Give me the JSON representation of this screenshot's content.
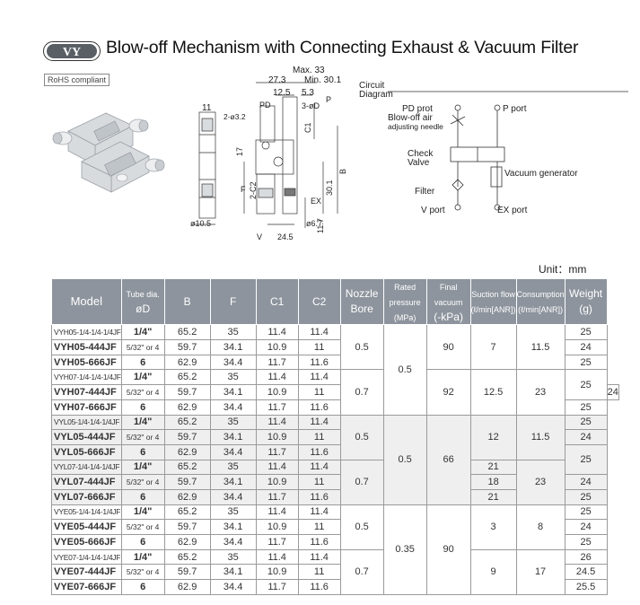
{
  "header": {
    "logo_text": "VY",
    "title": "Blow-off Mechanism with Connecting Exhaust & Vacuum Filter",
    "rohs": "RoHS compliant"
  },
  "drawing": {
    "dim_max": "Max. 33",
    "dim_min": "Min. 30.1",
    "dim_27_3": "27.3",
    "dim_12_5": "12.5",
    "dim_5_3": "5.3",
    "dim_11": "11",
    "dim_hole": "2-ø3.2",
    "pd_label": "PD",
    "p_label": "P",
    "dim_3od": "3-øD",
    "c1": "C1",
    "c2": "2-C2",
    "dim_17": "17",
    "f_label": "F",
    "b_label": "B",
    "dim_30_1": "30.1",
    "ex_label": "EX",
    "v_label": "V",
    "dim_10_5": "ø10.5",
    "dim_6_7": "ø6.7",
    "dim_24_5": "24.5",
    "dim_11_7": "11.7"
  },
  "circuit": {
    "title_line1": "Circuit",
    "title_line2": "Diagram",
    "pd_prot": "PD prot",
    "blow_off_line1": "Blow-off air",
    "blow_off_line2": "adjusting needle",
    "p_port": "P port",
    "check_line1": "Check",
    "check_line2": "Valve",
    "vacuum_gen": "Vacuum generator",
    "filter": "Filter",
    "v_port": "V port",
    "ex_port": "EX port"
  },
  "unit_label": "Unit：mm",
  "table": {
    "headers": {
      "model": "Model",
      "tube_line1": "Tube dia.",
      "tube_line2": "øD",
      "b": "B",
      "f": "F",
      "c1": "C1",
      "c2": "C2",
      "nozzle_line1": "Nozzle",
      "nozzle_line2": "Bore",
      "rated_line1": "Rated",
      "rated_line2": "pressure",
      "rated_line3": "(MPa)",
      "final_line1": "Final vacuum",
      "final_line2": "(-kPa)",
      "suction_line1": "Suction flow",
      "suction_line2": "(ℓ/min[ANR])",
      "consumption_line1": "Consumption",
      "consumption_line2": "(ℓ/min[ANR])",
      "weight_line1": "Weight",
      "weight_line2": "(g)"
    },
    "rows": [
      {
        "model": "VYH05-1/4-1/4-1/4JF",
        "tube": "1/4\"",
        "b": "65.2",
        "f": "35",
        "c1": "11.4",
        "c2": "11.4"
      },
      {
        "model": "VYH05-444JF",
        "tube": "5/32\" or 4",
        "b": "59.7",
        "f": "34.1",
        "c1": "10.9",
        "c2": "11"
      },
      {
        "model": "VYH05-666JF",
        "tube": "6",
        "b": "62.9",
        "f": "34.4",
        "c1": "11.7",
        "c2": "11.6"
      },
      {
        "model": "VYH07-1/4-1/4-1/4JF",
        "tube": "1/4\"",
        "b": "65.2",
        "f": "35",
        "c1": "11.4",
        "c2": "11.4"
      },
      {
        "model": "VYH07-444JF",
        "tube": "5/32\" or 4",
        "b": "59.7",
        "f": "34.1",
        "c1": "10.9",
        "c2": "11"
      },
      {
        "model": "VYH07-666JF",
        "tube": "6",
        "b": "62.9",
        "f": "34.4",
        "c1": "11.7",
        "c2": "11.6"
      },
      {
        "model": "VYL05-1/4-1/4-1/4JF",
        "tube": "1/4\"",
        "b": "65.2",
        "f": "35",
        "c1": "11.4",
        "c2": "11.4"
      },
      {
        "model": "VYL05-444JF",
        "tube": "5/32\" or 4",
        "b": "59.7",
        "f": "34.1",
        "c1": "10.9",
        "c2": "11"
      },
      {
        "model": "VYL05-666JF",
        "tube": "6",
        "b": "62.9",
        "f": "34.4",
        "c1": "11.7",
        "c2": "11.6"
      },
      {
        "model": "VYL07-1/4-1/4-1/4JF",
        "tube": "1/4\"",
        "b": "65.2",
        "f": "35",
        "c1": "11.4",
        "c2": "11.4"
      },
      {
        "model": "VYL07-444JF",
        "tube": "5/32\" or 4",
        "b": "59.7",
        "f": "34.1",
        "c1": "10.9",
        "c2": "11"
      },
      {
        "model": "VYL07-666JF",
        "tube": "6",
        "b": "62.9",
        "f": "34.4",
        "c1": "11.7",
        "c2": "11.6"
      },
      {
        "model": "VYE05-1/4-1/4-1/4JF",
        "tube": "1/4\"",
        "b": "65.2",
        "f": "35",
        "c1": "11.4",
        "c2": "11.4"
      },
      {
        "model": "VYE05-444JF",
        "tube": "5/32\" or 4",
        "b": "59.7",
        "f": "34.1",
        "c1": "10.9",
        "c2": "11"
      },
      {
        "model": "VYE05-666JF",
        "tube": "6",
        "b": "62.9",
        "f": "34.4",
        "c1": "11.7",
        "c2": "11.6"
      },
      {
        "model": "VYE07-1/4-1/4-1/4JF",
        "tube": "1/4\"",
        "b": "65.2",
        "f": "35",
        "c1": "11.4",
        "c2": "11.4"
      },
      {
        "model": "VYE07-444JF",
        "tube": "5/32\" or 4",
        "b": "59.7",
        "f": "34.1",
        "c1": "10.9",
        "c2": "11"
      },
      {
        "model": "VYE07-666JF",
        "tube": "6",
        "b": "62.9",
        "f": "34.4",
        "c1": "11.7",
        "c2": "11.6"
      }
    ],
    "merged": {
      "nozzle": [
        "0.5",
        "0.7",
        "0.5",
        "0.7",
        "0.5",
        "0.7"
      ],
      "rated": [
        "0.5",
        "0.5",
        "0.35"
      ],
      "final": [
        "90",
        "92",
        "66",
        "90"
      ],
      "suction": [
        "7",
        "12.5",
        "12",
        "21",
        "18",
        "21",
        "3",
        "9"
      ],
      "consumption": [
        "11.5",
        "23",
        "11.5",
        "23",
        "8",
        "17"
      ],
      "weight": [
        "25",
        "24",
        "25",
        "25",
        "24",
        "25",
        "25",
        "24",
        "25",
        "25",
        "24",
        "25",
        "25",
        "24",
        "25",
        "26",
        "24.5",
        "25.5"
      ]
    }
  }
}
